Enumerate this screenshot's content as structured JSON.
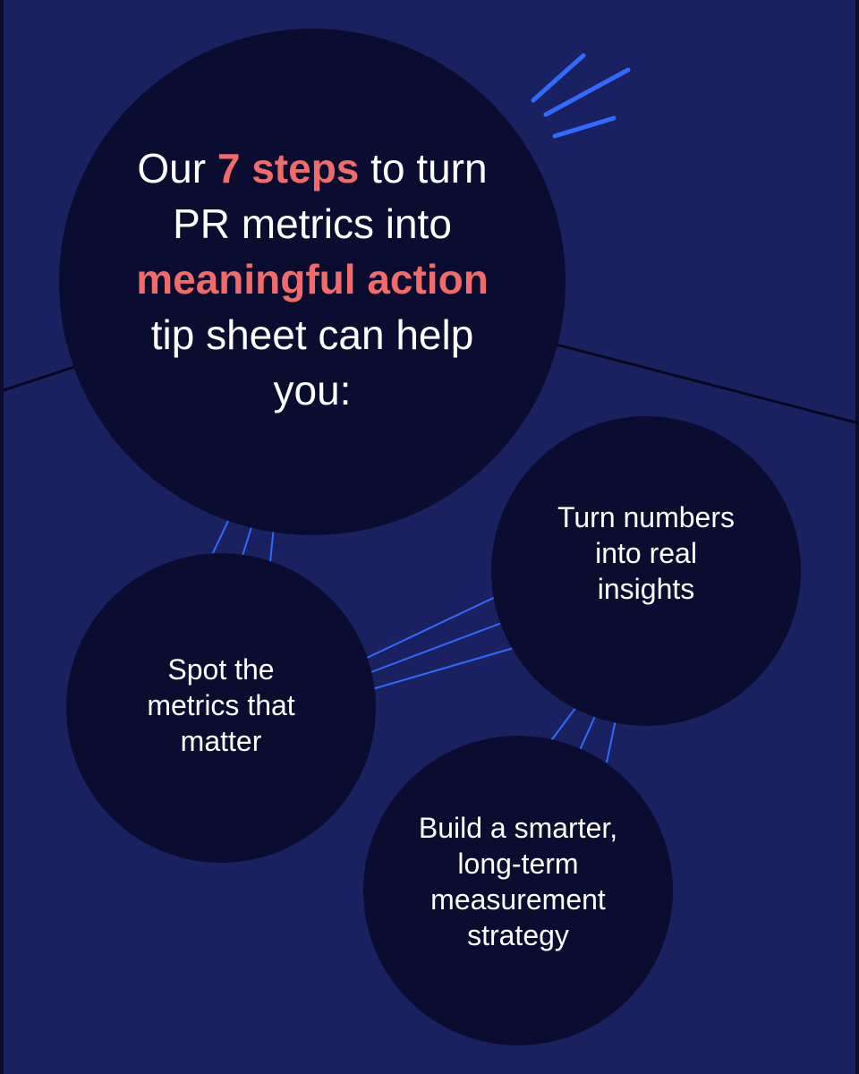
{
  "headline": {
    "part1": "Our ",
    "highlight1": "7 steps",
    "part2": " to turn PR metrics into ",
    "highlight2": "meaningful action",
    "part3": " tip sheet can help you:"
  },
  "benefits": [
    {
      "label": "Turn numbers into real insights"
    },
    {
      "label": "Spot the metrics that matter"
    },
    {
      "label": "Build a smarter, long-term measurement strategy"
    }
  ],
  "colors": {
    "background": "#1a2160",
    "circle": "#0a0c30",
    "highlight": "#f26b6b",
    "accent_line": "#2f6bff"
  }
}
